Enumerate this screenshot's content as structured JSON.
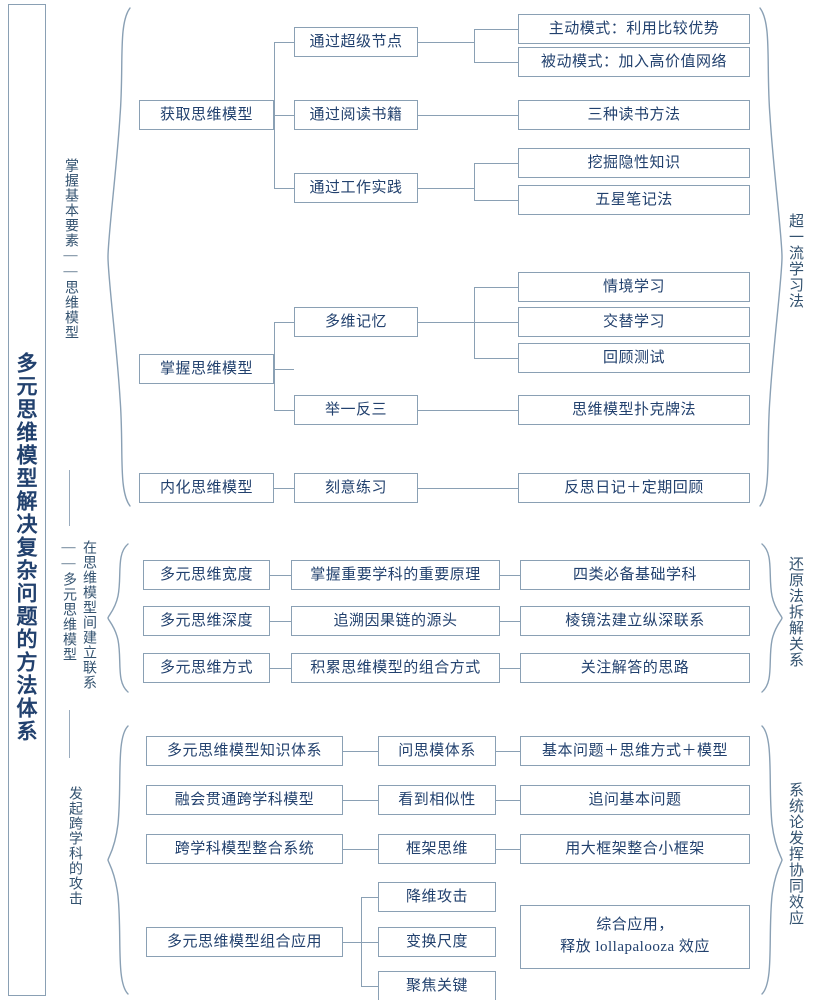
{
  "diagram": {
    "type": "mindmap",
    "root_title": "多元思维模型解决复杂问题的方法体系",
    "colors": {
      "box_border": "#8aa0b4",
      "text": "#22416e",
      "connector": "#8aa0b4",
      "background": "#ffffff"
    }
  },
  "branches": [
    {
      "left_label": "掌握基本要素——思维模型",
      "right_label": "超一流学习法"
    },
    {
      "left_label": "在思维模型间建立联系——多元思维模型",
      "right_label": "还原法拆解关系"
    },
    {
      "left_label": "发起跨学科的攻击",
      "right_label": "系统论发挥协同效应"
    }
  ],
  "nodes": {
    "s1_l1_a": "获取思维模型",
    "s1_l1_b": "掌握思维模型",
    "s1_l1_c": "内化思维模型",
    "s1_l2_a1": "通过超级节点",
    "s1_l2_a2": "通过阅读书籍",
    "s1_l2_a3": "通过工作实践",
    "s1_l2_b1": "多维记忆",
    "s1_l2_b2": "举一反三",
    "s1_l2_c1": "刻意练习",
    "s1_l3_a1a": "主动模式：利用比较优势",
    "s1_l3_a1b": "被动模式：加入高价值网络",
    "s1_l3_a2a": "三种读书方法",
    "s1_l3_a3a": "挖掘隐性知识",
    "s1_l3_a3b": "五星笔记法",
    "s1_l3_b1a": "情境学习",
    "s1_l3_b1b": "交替学习",
    "s1_l3_b1c": "回顾测试",
    "s1_l3_b2a": "思维模型扑克牌法",
    "s1_l3_c1a": "反思日记＋定期回顾",
    "s2_l1_a": "多元思维宽度",
    "s2_l1_b": "多元思维深度",
    "s2_l1_c": "多元思维方式",
    "s2_l2_a": "掌握重要学科的重要原理",
    "s2_l2_b": "追溯因果链的源头",
    "s2_l2_c": "积累思维模型的组合方式",
    "s2_l3_a": "四类必备基础学科",
    "s2_l3_b": "棱镜法建立纵深联系",
    "s2_l3_c": "关注解答的思路",
    "s3_l1_a": "多元思维模型知识体系",
    "s3_l1_b": "融会贯通跨学科模型",
    "s3_l1_c": "跨学科模型整合系统",
    "s3_l1_d": "多元思维模型组合应用",
    "s3_l2_a": "问思模体系",
    "s3_l2_b": "看到相似性",
    "s3_l2_c": "框架思维",
    "s3_l2_d1": "降维攻击",
    "s3_l2_d2": "变换尺度",
    "s3_l2_d3": "聚焦关键",
    "s3_l3_a": "基本问题＋思维方式＋模型",
    "s3_l3_b": "追问基本问题",
    "s3_l3_c": "用大框架整合小框架",
    "s3_l3_d_line1": "综合应用，",
    "s3_l3_d_line2": "释放 lollapalooza 效应"
  }
}
